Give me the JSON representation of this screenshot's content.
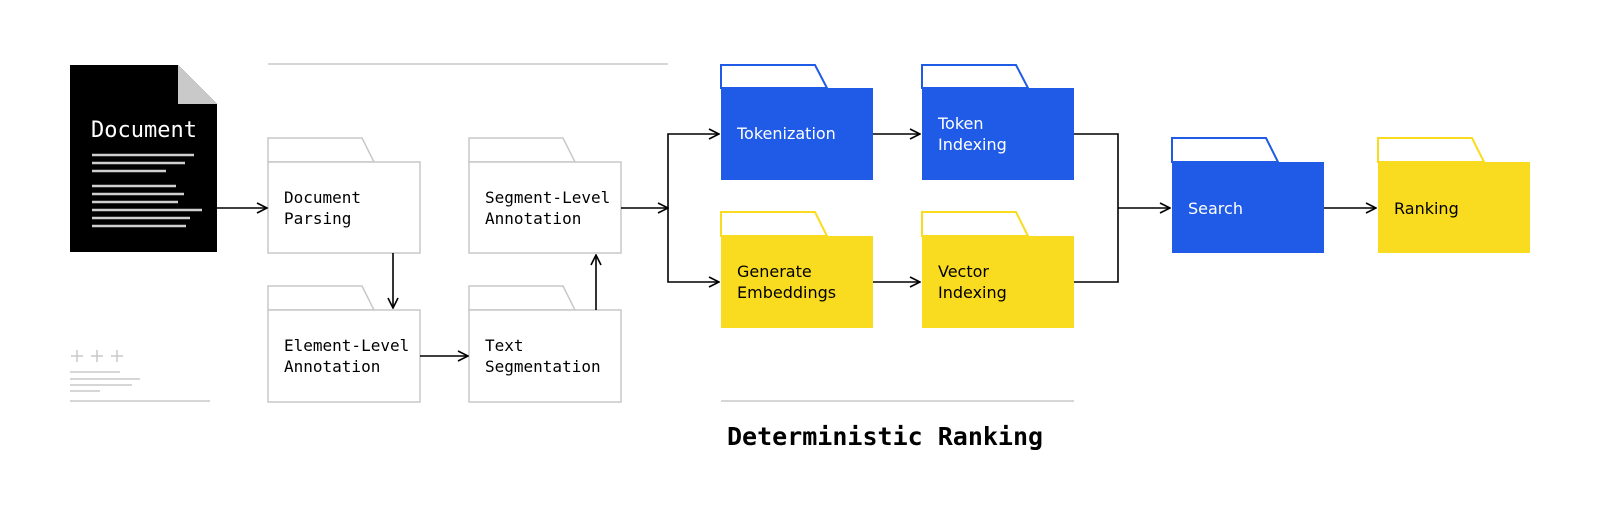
{
  "document": {
    "title": "Document"
  },
  "nodes": {
    "document_parsing": {
      "line1": "Document",
      "line2": "Parsing"
    },
    "element_annotation": {
      "line1": "Element-Level",
      "line2": "Annotation"
    },
    "text_segmentation": {
      "line1": "Text",
      "line2": "Segmentation"
    },
    "segment_annotation": {
      "line1": "Segment-Level",
      "line2": "Annotation"
    },
    "tokenization": {
      "line1": "Tokenization"
    },
    "token_indexing": {
      "line1": "Token",
      "line2": "Indexing"
    },
    "generate_embeddings": {
      "line1": "Generate",
      "line2": "Embeddings"
    },
    "vector_indexing": {
      "line1": "Vector",
      "line2": "Indexing"
    },
    "search": {
      "line1": "Search"
    },
    "ranking": {
      "line1": "Ranking"
    }
  },
  "section_label": "Deterministic Ranking",
  "colors": {
    "blue": "#1f5be6",
    "yellow": "#f9dc1f",
    "outline": "#c8c8c8",
    "black": "#000000"
  }
}
